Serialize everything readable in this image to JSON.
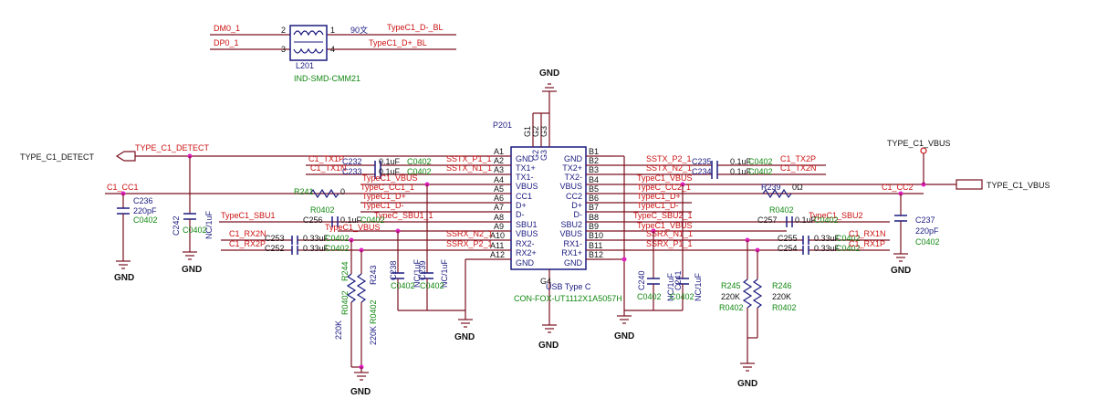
{
  "diagram": {
    "choke": {
      "ref": "L201",
      "value": "IND-SMD-CMM21",
      "pins": [
        "2",
        "1",
        "3",
        "4"
      ],
      "left_nets": [
        "DM0_1",
        "DP0_1"
      ],
      "right_nets": [
        "TypeC1_D-_BL",
        "TypeC1_D+_BL"
      ],
      "note": "90文"
    },
    "connector": {
      "ref": "P201",
      "name": "USB Type C",
      "part": "CON-FOX-UT1112X1A5057H",
      "top_pins": [
        "G1",
        "G2",
        "G3"
      ],
      "bottom_pin": "G4",
      "gnd_label": "GND",
      "left_pins": [
        {
          "num": "A1",
          "name": "GND"
        },
        {
          "num": "A2",
          "name": "TX1+"
        },
        {
          "num": "A3",
          "name": "TX1-"
        },
        {
          "num": "A4",
          "name": "VBUS"
        },
        {
          "num": "A5",
          "name": "CC1"
        },
        {
          "num": "A6",
          "name": "D+"
        },
        {
          "num": "A7",
          "name": "D-"
        },
        {
          "num": "A8",
          "name": "SBU1"
        },
        {
          "num": "A9",
          "name": "VBUS"
        },
        {
          "num": "A10",
          "name": "RX2-"
        },
        {
          "num": "A11",
          "name": "RX2+"
        },
        {
          "num": "A12",
          "name": "GND"
        }
      ],
      "right_pins": [
        {
          "num": "B1",
          "name": "GND"
        },
        {
          "num": "B2",
          "name": "TX2+"
        },
        {
          "num": "B3",
          "name": "TX2-"
        },
        {
          "num": "B4",
          "name": "VBUS"
        },
        {
          "num": "B5",
          "name": "CC2"
        },
        {
          "num": "B6",
          "name": "D+"
        },
        {
          "num": "B7",
          "name": "D-"
        },
        {
          "num": "B8",
          "name": "SBU2"
        },
        {
          "num": "B9",
          "name": "VBUS"
        },
        {
          "num": "B10",
          "name": "RX1-"
        },
        {
          "num": "B11",
          "name": "RX1+"
        },
        {
          "num": "B12",
          "name": "GND"
        }
      ]
    },
    "left_nets": {
      "a2": "SSTX_P1_1",
      "a3": "SSTX_N1_1",
      "a4": "TypeC1_VBUS",
      "a5": "TypeC_CC1_1",
      "a6": "TypeC1_D+",
      "a7": "TypeC1_D-",
      "a8": "TypeC_SBU1_1",
      "a9": "TypeC1_VBUS",
      "a10": "SSRX_N2_1",
      "a11": "SSRX_P2_1",
      "far_tx_p": "C1_TX1P",
      "far_tx_n": "C1_TX1N",
      "far_rx_n": "C1_RX2N",
      "far_rx_p": "C1_RX2P",
      "cc1": "C1_CC1",
      "sbu1": "TypeC1_SBU1",
      "detect_port": "TYPE_C1_DETECT",
      "detect_net": "TYPE_C1_DETECT"
    },
    "right_nets": {
      "b2": "SSTX_P2_1",
      "b3": "SSTX_N2_1",
      "b4": "TypeC1_VBUS",
      "b5": "TypeC_CC2_1",
      "b6": "TypeC1_D+",
      "b7": "TypeC1_D-",
      "b8": "TypeC_SBU2_1",
      "b9": "TypeC1_VBUS",
      "b10": "SSRX_N1_1",
      "b11": "SSRX_P1_1",
      "far_tx_p": "C1_TX2P",
      "far_tx_n": "C1_TX2N",
      "far_rx_n": "C1_RX1N",
      "far_rx_p": "C1_RX1P",
      "cc2": "C1_CC2",
      "sbu2": "TypeC1_SBU2",
      "vbus_port": "TYPE_C1_VBUS",
      "vbus_power": "TYPE_C1_VBUS"
    },
    "parts": {
      "c232": {
        "ref": "C232",
        "value": "0.1uF",
        "pkg": "C0402"
      },
      "c233": {
        "ref": "C233",
        "value": "0.1uF",
        "pkg": "C0402"
      },
      "c235": {
        "ref": "C235",
        "value": "0.1uF",
        "pkg": "C0402"
      },
      "c234": {
        "ref": "C234",
        "value": "0.1uF",
        "pkg": "C0402"
      },
      "c236": {
        "ref": "C236",
        "value": "220pF",
        "pkg": "C0402"
      },
      "c237": {
        "ref": "C237",
        "value": "220pF",
        "pkg": "C0402"
      },
      "c242": {
        "ref": "C242",
        "value": "NC/1uF",
        "pkg": "C0402"
      },
      "r241": {
        "ref": "R241",
        "value": "0",
        "pkg": "R0402"
      },
      "r239": {
        "ref": "R239",
        "value": "0Ω",
        "pkg": "R0402"
      },
      "c256": {
        "ref": "C256",
        "value": "0.1uF",
        "pkg": "C0402"
      },
      "c257": {
        "ref": "C257",
        "value": "0.1uF",
        "pkg": "C0402"
      },
      "c253": {
        "ref": "C253",
        "value": "0.33uF",
        "pkg": "C0402"
      },
      "c252": {
        "ref": "C252",
        "value": "0.33uF",
        "pkg": "C0402"
      },
      "c255": {
        "ref": "C255",
        "value": "0.33uF",
        "pkg": "C0402"
      },
      "c254": {
        "ref": "C254",
        "value": "0.33uF",
        "pkg": "C0402"
      },
      "r244": {
        "ref": "R244",
        "value": "220K",
        "pkg": "R0402"
      },
      "r243": {
        "ref": "R243",
        "value": "220K",
        "pkg": "R0402"
      },
      "r245": {
        "ref": "R245",
        "value": "220K",
        "pkg": "R0402"
      },
      "r246": {
        "ref": "R246",
        "value": "220K",
        "pkg": "R0402"
      },
      "c238": {
        "ref": "C238",
        "value": "NC/1uF",
        "pkg": "C0402"
      },
      "c239": {
        "ref": "C239",
        "value": "NC/1uF",
        "pkg": "C0402"
      },
      "c240": {
        "ref": "C240",
        "value": "NC/1uF",
        "pkg": "C0402"
      },
      "c241": {
        "ref": "C241",
        "value": "NC/1uF",
        "pkg": "C0402"
      }
    },
    "gnd_label": "GND",
    "colors": {
      "wire": "#7a1020",
      "symbol": "#1a1a80",
      "junction": "#e020c0",
      "net_label": "#cc1111",
      "value_label": "#118811"
    }
  }
}
